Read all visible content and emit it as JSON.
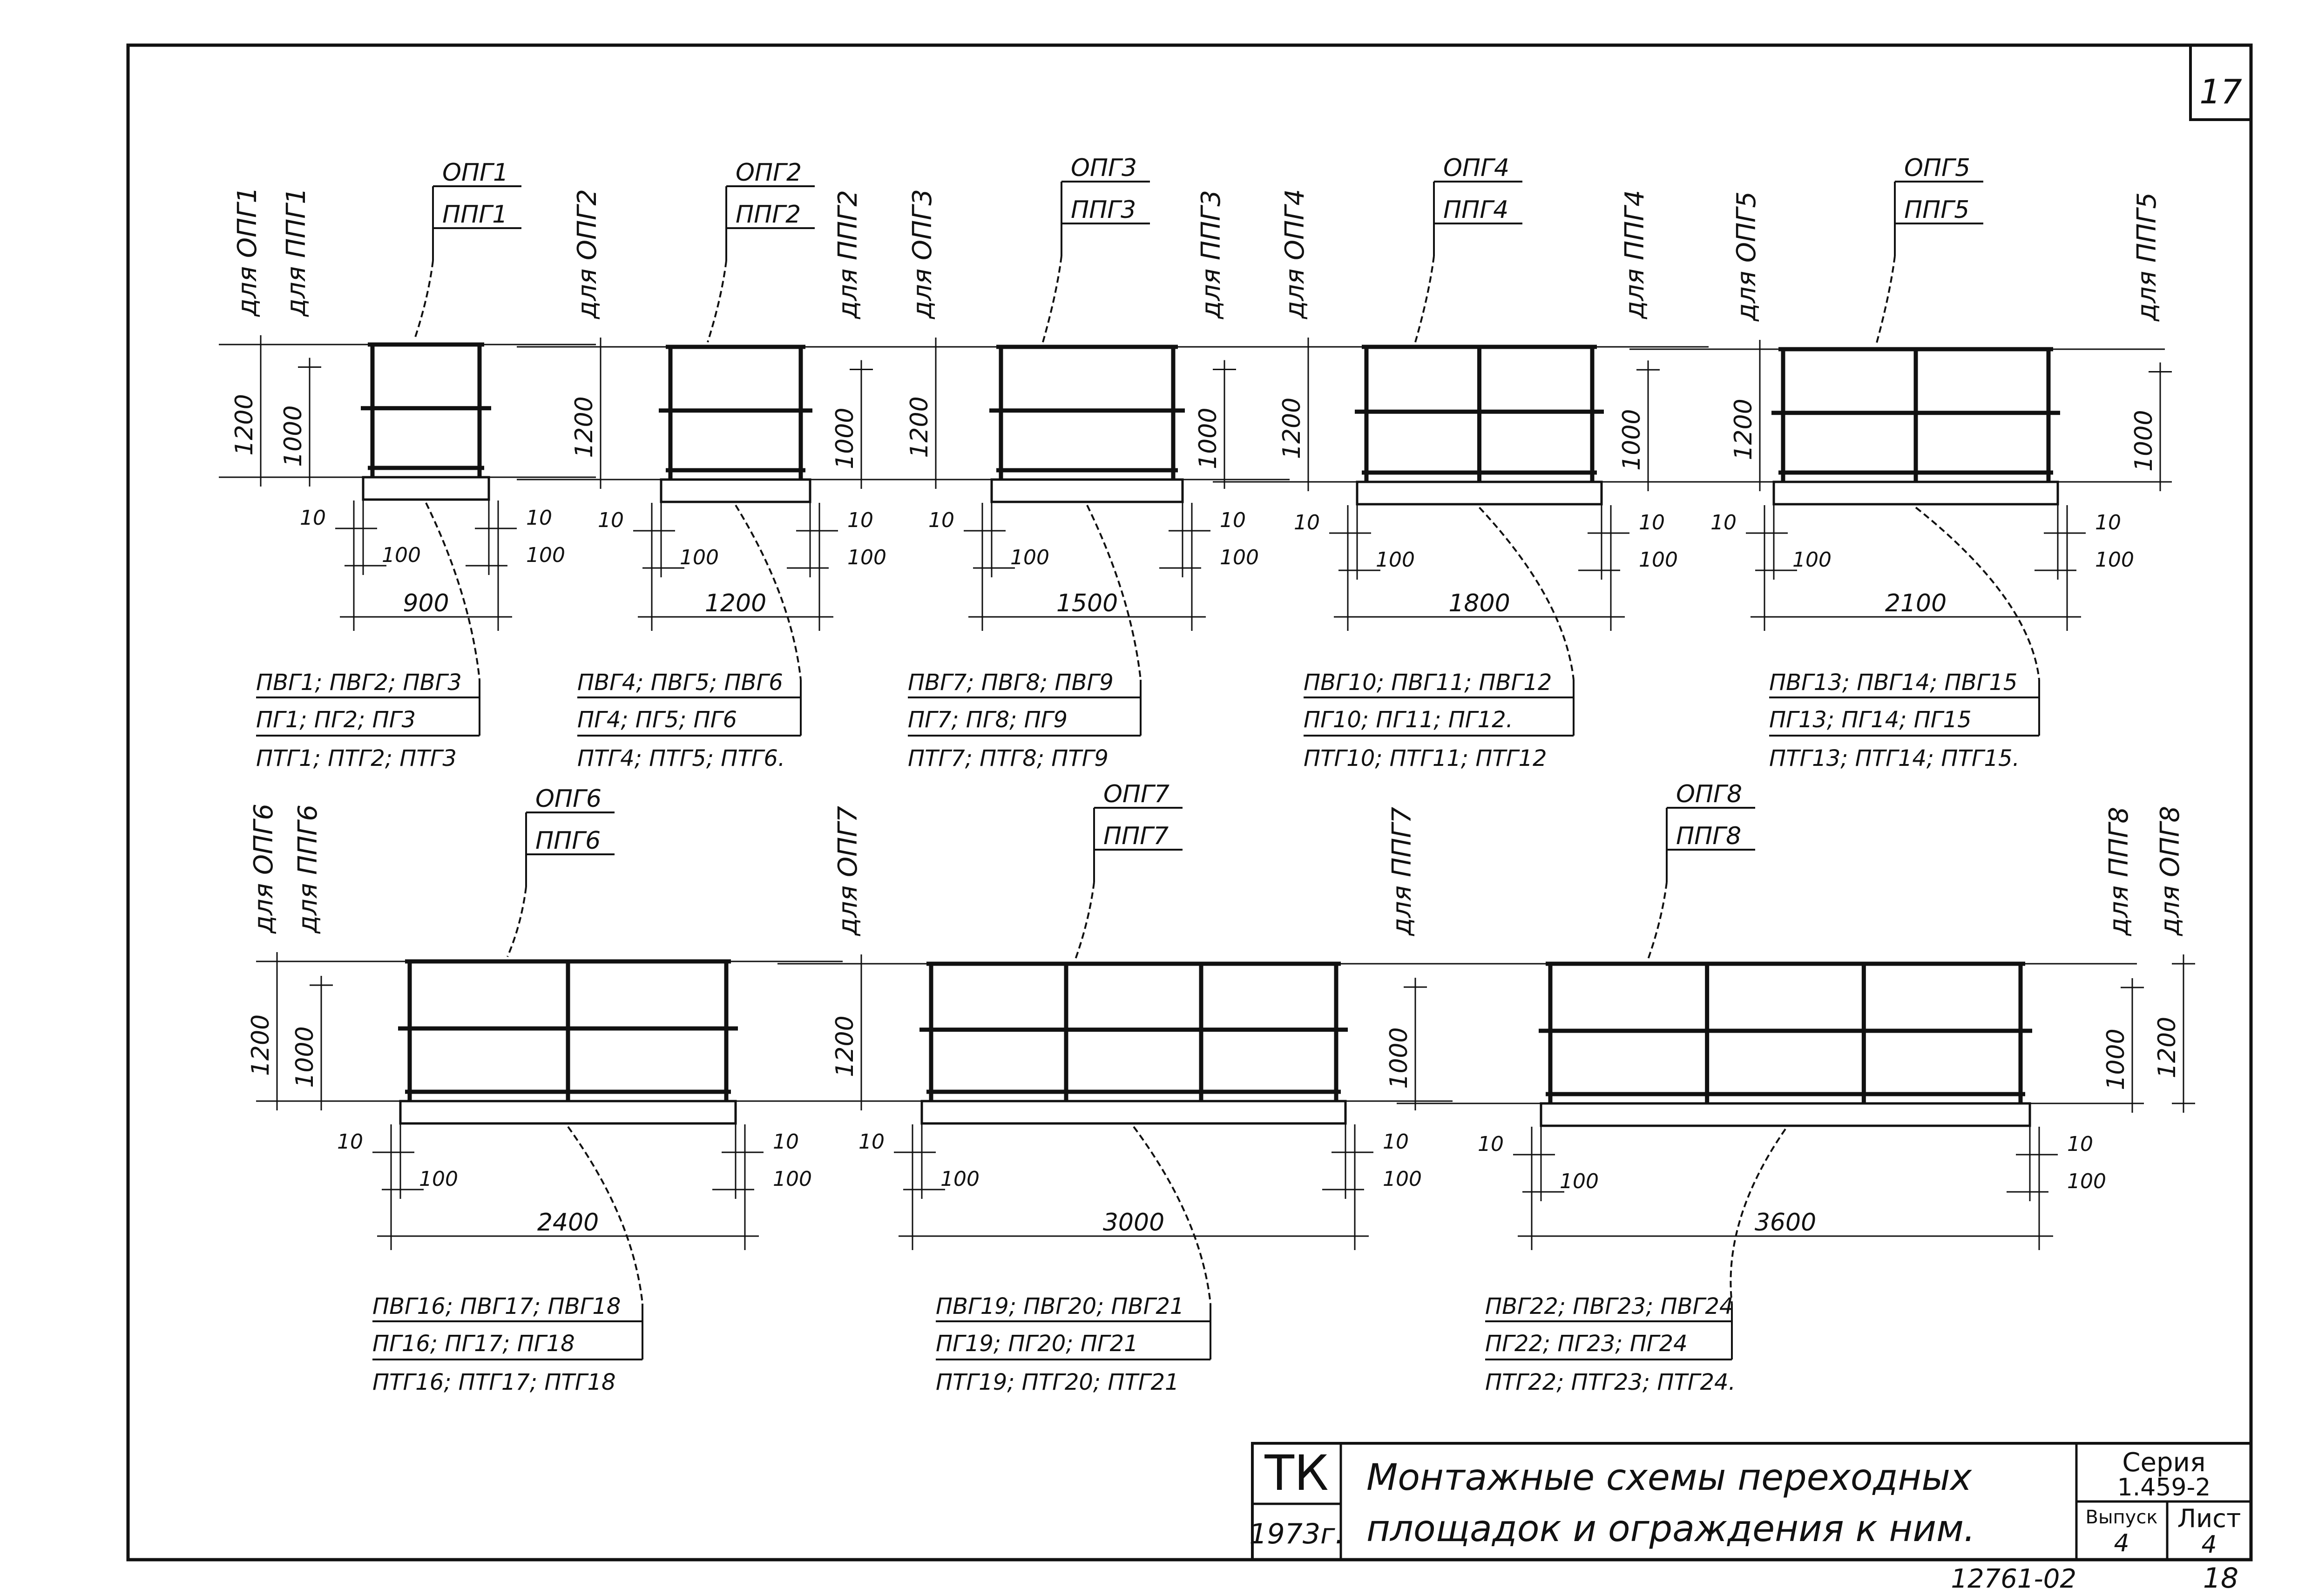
{
  "sheet": {
    "sheet_number": "17",
    "stamp_code": "12761-02",
    "stamp_sheet": "18"
  },
  "title_block": {
    "org": "ТК",
    "year": "1973г.",
    "title_line1": "Монтажные схемы переходных",
    "title_line2": "площадок и ограждения к ним.",
    "series_label": "Серия",
    "series_value": "1.459-2",
    "issue_label": "Выпуск",
    "issue_value": "4",
    "sheet_label": "Лист",
    "sheet_value": "4"
  },
  "schemes": [
    {
      "callout_top": "ОПГ1",
      "callout_bottom": "ППГ1",
      "left_label_outer": "для ОПГ1",
      "left_label_inner": "для ППГ1",
      "right_label": "",
      "dim_total_height": "1200",
      "dim_rail_height": "1000",
      "dim_gap_left": "10",
      "dim_gap_right": "10",
      "dim_offset_left": "100",
      "dim_offset_right": "100",
      "dim_span": "900",
      "parts_line1": "ПВГ1; ПВГ2; ПВГ3",
      "parts_line2": "ПГ1; ПГ2; ПГ3",
      "parts_line3": "ПТГ1; ПТГ2; ПТГ3"
    },
    {
      "callout_top": "ОПГ2",
      "callout_bottom": "ППГ2",
      "left_label_outer": "для ОПГ2",
      "left_label_inner": "",
      "right_label": "для ППГ2",
      "dim_total_height": "1200",
      "dim_rail_height": "1000",
      "dim_gap_left": "10",
      "dim_gap_right": "10",
      "dim_offset_left": "100",
      "dim_offset_right": "100",
      "dim_span": "1200",
      "parts_line1": "ПВГ4; ПВГ5; ПВГ6",
      "parts_line2": "ПГ4; ПГ5; ПГ6",
      "parts_line3": "ПТГ4; ПТГ5; ПТГ6."
    },
    {
      "callout_top": "ОПГ3",
      "callout_bottom": "ППГ3",
      "left_label_outer": "для ОПГ3",
      "left_label_inner": "",
      "right_label": "для ППГ3",
      "dim_total_height": "1200",
      "dim_rail_height": "1000",
      "dim_gap_left": "10",
      "dim_gap_right": "10",
      "dim_offset_left": "100",
      "dim_offset_right": "100",
      "dim_span": "1500",
      "parts_line1": "ПВГ7; ПВГ8; ПВГ9",
      "parts_line2": "ПГ7; ПГ8; ПГ9",
      "parts_line3": "ПТГ7; ПТГ8; ПТГ9"
    },
    {
      "callout_top": "ОПГ4",
      "callout_bottom": "ППГ4",
      "left_label_outer": "для ОПГ4",
      "left_label_inner": "",
      "right_label": "для ППГ4",
      "dim_total_height": "1200",
      "dim_rail_height": "1000",
      "dim_gap_left": "10",
      "dim_gap_right": "10",
      "dim_offset_left": "100",
      "dim_offset_right": "100",
      "dim_span": "1800",
      "parts_line1": "ПВГ10; ПВГ11; ПВГ12",
      "parts_line2": "ПГ10; ПГ11; ПГ12.",
      "parts_line3": "ПТГ10; ПТГ11; ПТГ12"
    },
    {
      "callout_top": "ОПГ5",
      "callout_bottom": "ППГ5",
      "left_label_outer": "для ОПГ5",
      "left_label_inner": "",
      "right_label": "для ППГ5",
      "dim_total_height": "1200",
      "dim_rail_height": "1000",
      "dim_gap_left": "10",
      "dim_gap_right": "10",
      "dim_offset_left": "100",
      "dim_offset_right": "100",
      "dim_span": "2100",
      "parts_line1": "ПВГ13; ПВГ14; ПВГ15",
      "parts_line2": "ПГ13; ПГ14; ПГ15",
      "parts_line3": "ПТГ13; ПТГ14; ПТГ15."
    },
    {
      "callout_top": "ОПГ6",
      "callout_bottom": "ППГ6",
      "left_label_outer": "для ОПГ6",
      "left_label_inner": "для ППГ6",
      "right_label": "",
      "dim_total_height": "1200",
      "dim_rail_height": "1000",
      "dim_gap_left": "10",
      "dim_gap_right": "10",
      "dim_offset_left": "100",
      "dim_offset_right": "100",
      "dim_span": "2400",
      "parts_line1": "ПВГ16; ПВГ17; ПВГ18",
      "parts_line2": "ПГ16; ПГ17; ПГ18",
      "parts_line3": "ПТГ16; ПТГ17; ПТГ18"
    },
    {
      "callout_top": "ОПГ7",
      "callout_bottom": "ППГ7",
      "left_label_outer": "для ОПГ7",
      "left_label_inner": "",
      "right_label": "для ППГ7",
      "dim_total_height": "1200",
      "dim_rail_height": "1000",
      "dim_gap_left": "10",
      "dim_gap_right": "10",
      "dim_offset_left": "100",
      "dim_offset_right": "100",
      "dim_span": "3000",
      "parts_line1": "ПВГ19; ПВГ20; ПВГ21",
      "parts_line2": "ПГ19; ПГ20; ПГ21",
      "parts_line3": "ПТГ19; ПТГ20; ПТГ21"
    },
    {
      "callout_top": "ОПГ8",
      "callout_bottom": "ППГ8",
      "left_label_outer": "",
      "left_label_inner": "",
      "right_label": "",
      "right_label_inner": "для ППГ8",
      "right_label_outer": "для ОПГ8",
      "dim_total_height": "1200",
      "dim_rail_height": "1000",
      "dim_gap_left": "10",
      "dim_gap_right": "10",
      "dim_offset_left": "100",
      "dim_offset_right": "100",
      "dim_span": "3600",
      "parts_line1": "ПВГ22; ПВГ23; ПВГ24",
      "parts_line2": "ПГ22; ПГ23; ПГ24",
      "parts_line3": "ПТГ22; ПТГ23; ПТГ24."
    }
  ]
}
